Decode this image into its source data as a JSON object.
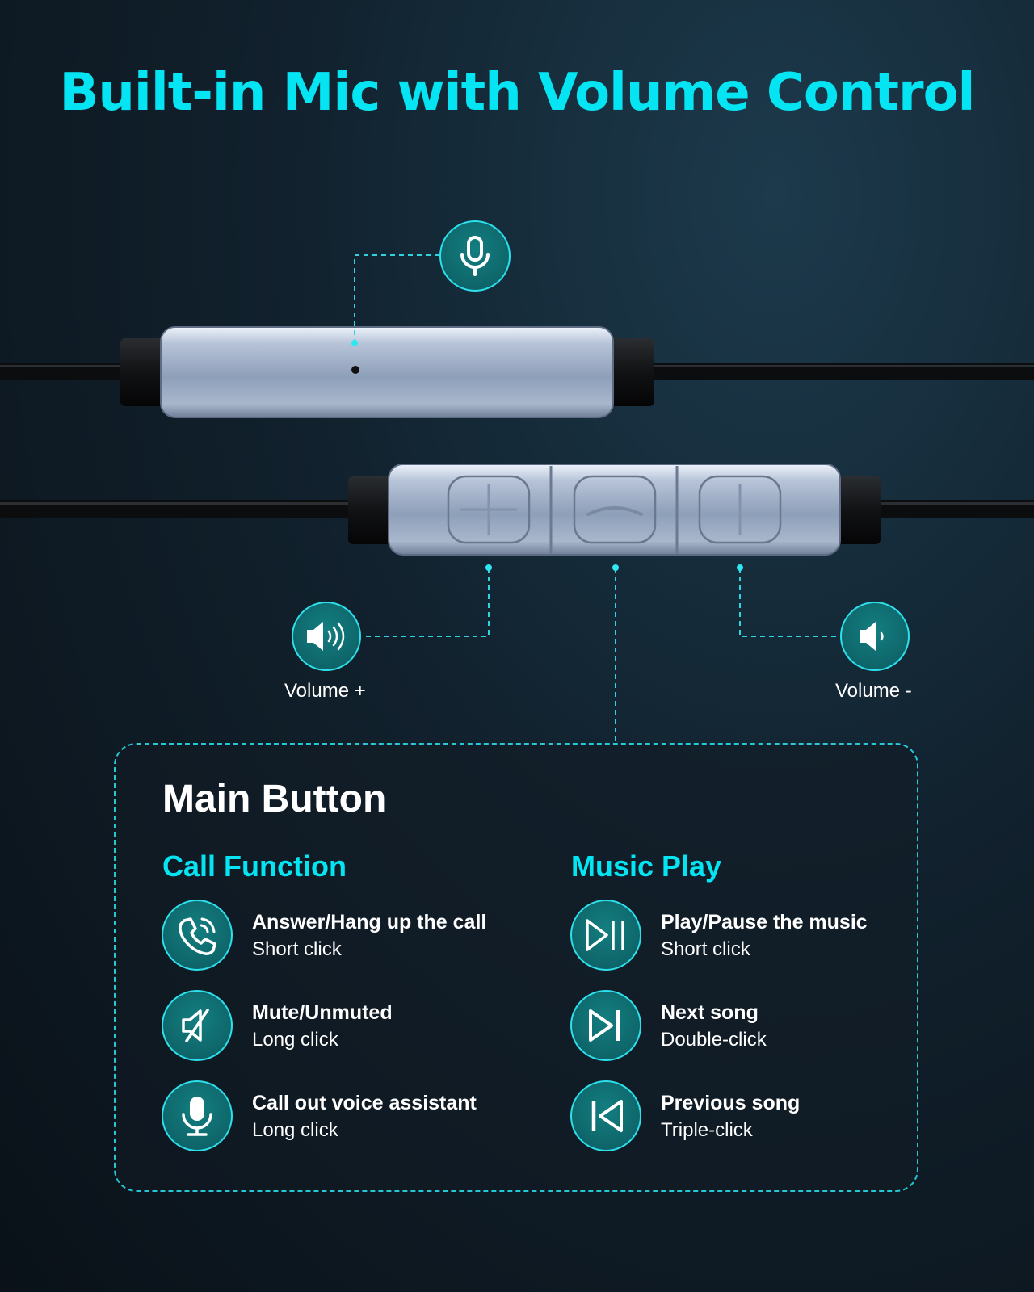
{
  "title": "Built-in Mic with Volume Control",
  "colors": {
    "accent": "#05e4f2",
    "icon_bg": "#0c5f64",
    "background": "#0d1a24",
    "text": "#ffffff"
  },
  "volume_up": {
    "label": "Volume +",
    "icon": "speaker-loud-icon"
  },
  "volume_down": {
    "label": "Volume -",
    "icon": "speaker-quiet-icon"
  },
  "mic": {
    "icon": "microphone-icon"
  },
  "main_button": {
    "title": "Main Button",
    "call_function": {
      "heading": "Call Function",
      "items": [
        {
          "icon": "phone-ringing-icon",
          "title": "Answer/Hang up the call",
          "action": "Short click"
        },
        {
          "icon": "mute-icon",
          "title": "Mute/Unmuted",
          "action": "Long click"
        },
        {
          "icon": "microphone-icon",
          "title": "Call out voice assistant",
          "action": "Long click"
        }
      ]
    },
    "music_play": {
      "heading": "Music Play",
      "items": [
        {
          "icon": "play-pause-icon",
          "title": "Play/Pause the music",
          "action": "Short click"
        },
        {
          "icon": "next-track-icon",
          "title": "Next song",
          "action": "Double-click"
        },
        {
          "icon": "previous-track-icon",
          "title": "Previous song",
          "action": "Triple-click"
        }
      ]
    }
  }
}
